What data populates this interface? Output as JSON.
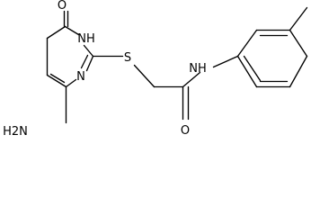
{
  "molecule": {
    "atoms": {
      "carbonyl_oxygen_ring": "O",
      "ring_nh": "NH",
      "ring_n": "N",
      "amino": "H2N",
      "sulfur": "S",
      "amide_nh": "NH",
      "amide_oxygen": "O"
    }
  }
}
